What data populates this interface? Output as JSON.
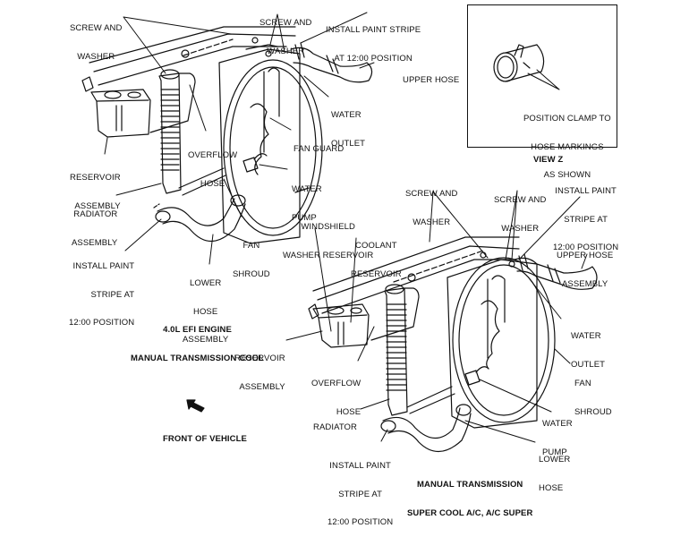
{
  "figure": {
    "left_assembly": {
      "caption": [
        "4.0L EFI ENGINE",
        "MANUAL TRANSMISSION COOL"
      ],
      "labels": {
        "screw_washer": [
          "SCREW AND",
          "WASHER"
        ],
        "screw_washer_top": [
          "SCREW AND",
          "WASHER"
        ],
        "install_stripe_top": [
          "INSTALL PAINT STRIPE",
          "AT 12:00 POSITION"
        ],
        "upper_hose": [
          "UPPER HOSE"
        ],
        "water_outlet": [
          "WATER",
          "OUTLET"
        ],
        "overflow_hose": [
          "OVERFLOW",
          "HOSE"
        ],
        "fan_guard": [
          "FAN GUARD"
        ],
        "reservoir_assembly": [
          "RESERVOIR",
          "ASSEMBLY"
        ],
        "water_pump": [
          "WATER",
          "PUMP"
        ],
        "radiator_assembly": [
          "RADIATOR",
          "ASSEMBLY"
        ],
        "fan_shroud": [
          "FAN",
          "SHROUD"
        ],
        "install_stripe_bottom": [
          "INSTALL PAINT",
          "STRIPE AT",
          "12:00 POSITION"
        ],
        "lower_hose_assembly": [
          "LOWER",
          "HOSE",
          "ASSEMBLY"
        ]
      }
    },
    "view_z": {
      "title": "VIEW Z",
      "note": [
        "POSITION CLAMP TO",
        "HOSE MARKINGS",
        "AS SHOWN"
      ]
    },
    "right_assembly": {
      "caption": [
        "MANUAL TRANSMISSION",
        "SUPER COOL A/C, A/C SUPER"
      ],
      "labels": {
        "screw_washer_a": [
          "SCREW AND",
          "WASHER"
        ],
        "screw_washer_b": [
          "SCREW AND",
          "WASHER"
        ],
        "install_stripe_top": [
          "INSTALL PAINT",
          "STRIPE AT",
          "12:00 POSITION"
        ],
        "windshield_washer_reservoir": [
          "WINDSHIELD",
          "WASHER RESERVOIR"
        ],
        "coolant_reservoir": [
          "COOLANT",
          "RESERVOIR"
        ],
        "upper_hose_assembly": [
          "UPPER HOSE",
          "ASSEMBLY"
        ],
        "water_outlet": [
          "WATER",
          "OUTLET"
        ],
        "reservoir_assembly": [
          "RESERVOIR",
          "ASSEMBLY"
        ],
        "overflow_hose": [
          "OVERFLOW",
          "HOSE"
        ],
        "fan_shroud": [
          "FAN",
          "SHROUD"
        ],
        "radiator": [
          "RADIATOR"
        ],
        "water_pump": [
          "WATER",
          "PUMP"
        ],
        "lower_hose": [
          "LOWER",
          "HOSE"
        ],
        "install_stripe_bottom": [
          "INSTALL PAINT",
          "STRIPE AT",
          "12:00 POSITION"
        ]
      }
    },
    "front_of_vehicle": "FRONT OF VEHICLE"
  }
}
